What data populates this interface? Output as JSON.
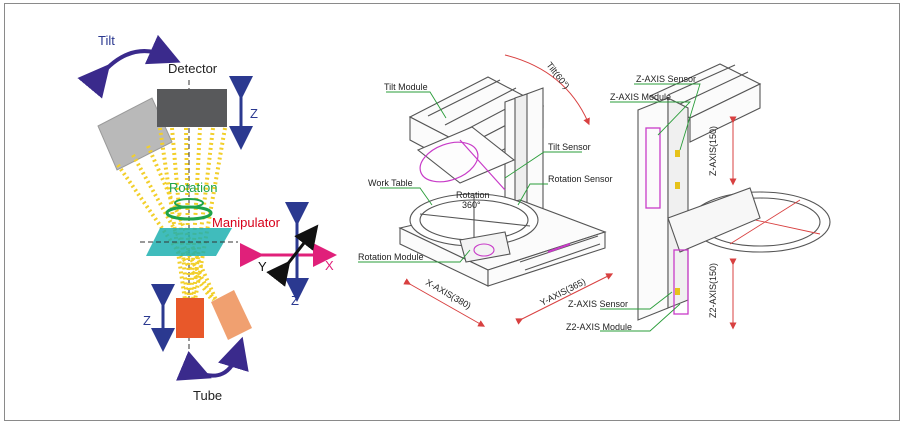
{
  "left_diagram": {
    "tilt": "Tilt",
    "detector": "Detector",
    "z_detector": "Z",
    "rotation": "Rotation",
    "manipulator": "Manipulator",
    "axis_y": "Y",
    "axis_x": "X",
    "axis_z": "Z",
    "z_tube": "Z",
    "tube": "Tube"
  },
  "mid_diagram": {
    "tilt_module": "Tilt Module",
    "tilt_60": "Tilt(60°)",
    "tilt_sensor": "Tilt Sensor",
    "work_table": "Work Table",
    "rotation_360_line1": "Rotation",
    "rotation_360_line2": "360°",
    "rotation_sensor": "Rotation Sensor",
    "rotation_module": "Rotation Module",
    "x_axis": "X-AXIS(380)",
    "y_axis": "Y-AXIS(365)"
  },
  "right_diagram": {
    "z_axis_sensor_top": "Z-AXIS Sensor",
    "z_axis_module": "Z-AXIS Module",
    "z_axis_150": "Z-AXIS(150)",
    "z_axis_sensor_bottom": "Z-AXIS Sensor",
    "z2_axis_module": "Z2-AXIS Module",
    "z2_axis_150": "Z2-AXIS(150)"
  },
  "colors": {
    "arrow_blue": "#2b3990",
    "rotation_green": "#1fa34a",
    "manipulator_red": "#d7001a",
    "axis_magenta": "#e0207a",
    "beam_yellow": "#f5d327",
    "detector_gray": "#58595b",
    "tube_orange": "#e8582a",
    "leader_green": "#2a9d3a",
    "accent_pink": "#c83cc8"
  }
}
